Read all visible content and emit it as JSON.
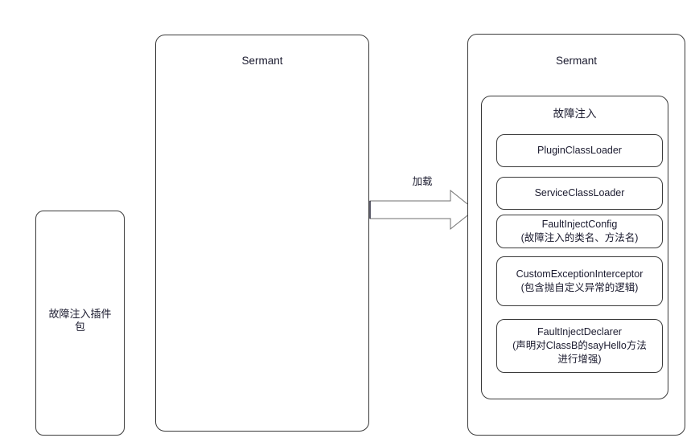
{
  "diagram": {
    "left_block": {
      "label": "故障注入插件\n包"
    },
    "middle_block": {
      "title": "Sermant"
    },
    "arrow": {
      "label": "加载",
      "icon": "arrow-right-icon"
    },
    "right_block": {
      "title": "Sermant",
      "inner": {
        "title": "故障注入",
        "components": [
          {
            "name": "PluginClassLoader",
            "label": "PluginClassLoader"
          },
          {
            "name": "ServiceClassLoader",
            "label": "ServiceClassLoader"
          },
          {
            "name": "FaultInjectConfig",
            "label": "FaultInjectConfig\n(故障注入的类名、方法名)"
          },
          {
            "name": "CustomExceptionInterceptor",
            "label": "CustomExceptionInterceptor\n(包含抛自定义异常的逻辑)"
          },
          {
            "name": "FaultInjectDeclarer",
            "label": "FaultInjectDeclarer\n(声明对ClassB的sayHello方法\n进行增强)"
          }
        ]
      }
    },
    "colors": {
      "stroke": "#3a3a3a",
      "text": "#1b1b2f",
      "background": "#ffffff"
    }
  }
}
